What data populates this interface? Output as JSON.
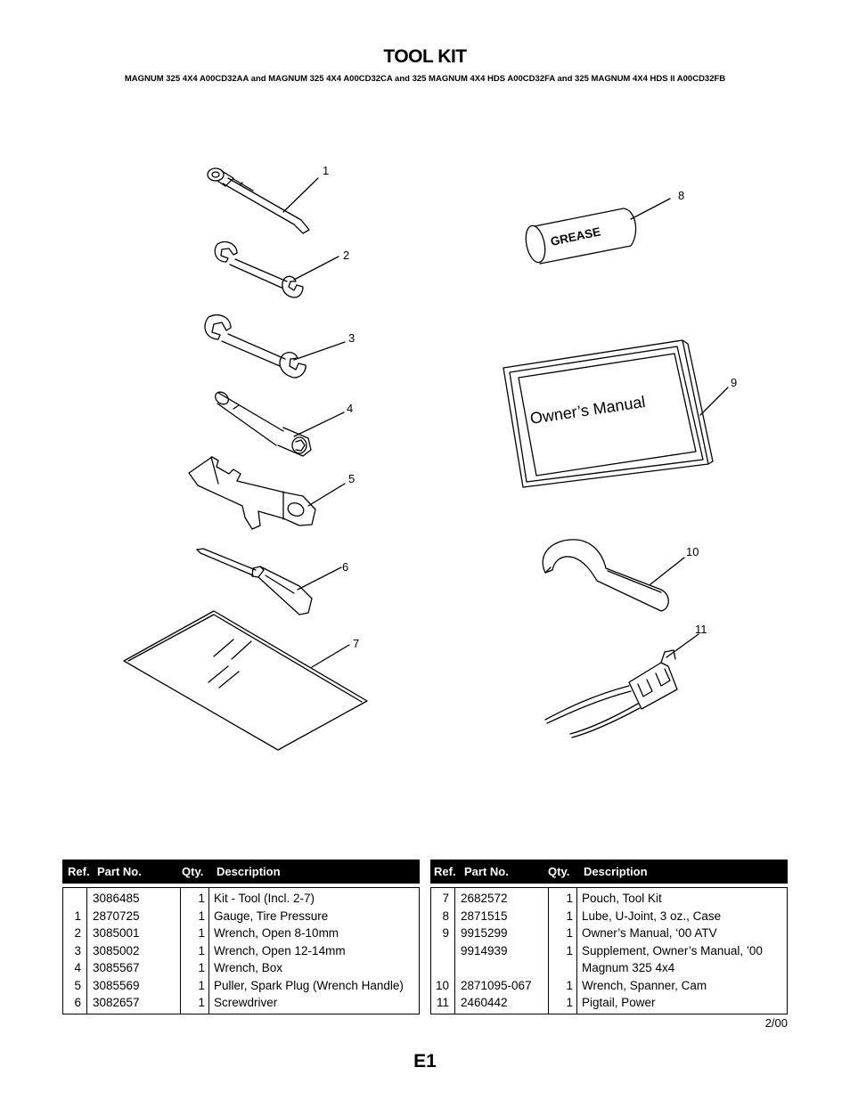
{
  "header": {
    "title": "TOOL KIT",
    "subtitle": "MAGNUM 325 4X4 A00CD32AA and MAGNUM 325 4X4 A00CD32CA and 325 MAGNUM 4X4 HDS A00CD32FA and 325 MAGNUM 4X4 HDS II A00CD32FB"
  },
  "illustration": {
    "callouts": [
      "1",
      "2",
      "3",
      "4",
      "5",
      "6",
      "7",
      "8",
      "9",
      "10",
      "11"
    ],
    "grease_label": "GREASE",
    "manual_label": "Owner’s Manual"
  },
  "table_headers": {
    "ref": "Ref.",
    "part": "Part No.",
    "qty": "Qty.",
    "desc": "Description"
  },
  "left_table": [
    {
      "ref": "",
      "part": "3086485",
      "qty": "1",
      "desc": "Kit - Tool (Incl. 2-7)"
    },
    {
      "ref": "1",
      "part": "2870725",
      "qty": "1",
      "desc": "Gauge, Tire Pressure"
    },
    {
      "ref": "2",
      "part": "3085001",
      "qty": "1",
      "desc": "Wrench, Open 8-10mm"
    },
    {
      "ref": "3",
      "part": "3085002",
      "qty": "1",
      "desc": "Wrench, Open 12-14mm"
    },
    {
      "ref": "4",
      "part": "3085567",
      "qty": "1",
      "desc": "Wrench, Box"
    },
    {
      "ref": "5",
      "part": "3085569",
      "qty": "1",
      "desc": "Puller, Spark Plug (Wrench Handle)"
    },
    {
      "ref": "6",
      "part": "3082657",
      "qty": "1",
      "desc": "Screwdriver"
    }
  ],
  "right_table": [
    {
      "ref": "7",
      "part": "2682572",
      "qty": "1",
      "desc": "Pouch, Tool Kit"
    },
    {
      "ref": "8",
      "part": "2871515",
      "qty": "1",
      "desc": "Lube, U-Joint, 3 oz., Case"
    },
    {
      "ref": "9",
      "part": "9915299",
      "qty": "1",
      "desc": "Owner’s Manual, ‘00 ATV"
    },
    {
      "ref": "",
      "part": "9914939",
      "qty": "1",
      "desc": "Supplement, Owner’s Manual, ’00"
    },
    {
      "ref": "",
      "part": "",
      "qty": "",
      "desc": "Magnum 325 4x4"
    },
    {
      "ref": "10",
      "part": "2871095-067",
      "qty": "1",
      "desc": "Wrench, Spanner, Cam"
    },
    {
      "ref": "11",
      "part": "2460442",
      "qty": "1",
      "desc": "Pigtail, Power"
    }
  ],
  "footer": {
    "date": "2/00",
    "page": "E1"
  }
}
